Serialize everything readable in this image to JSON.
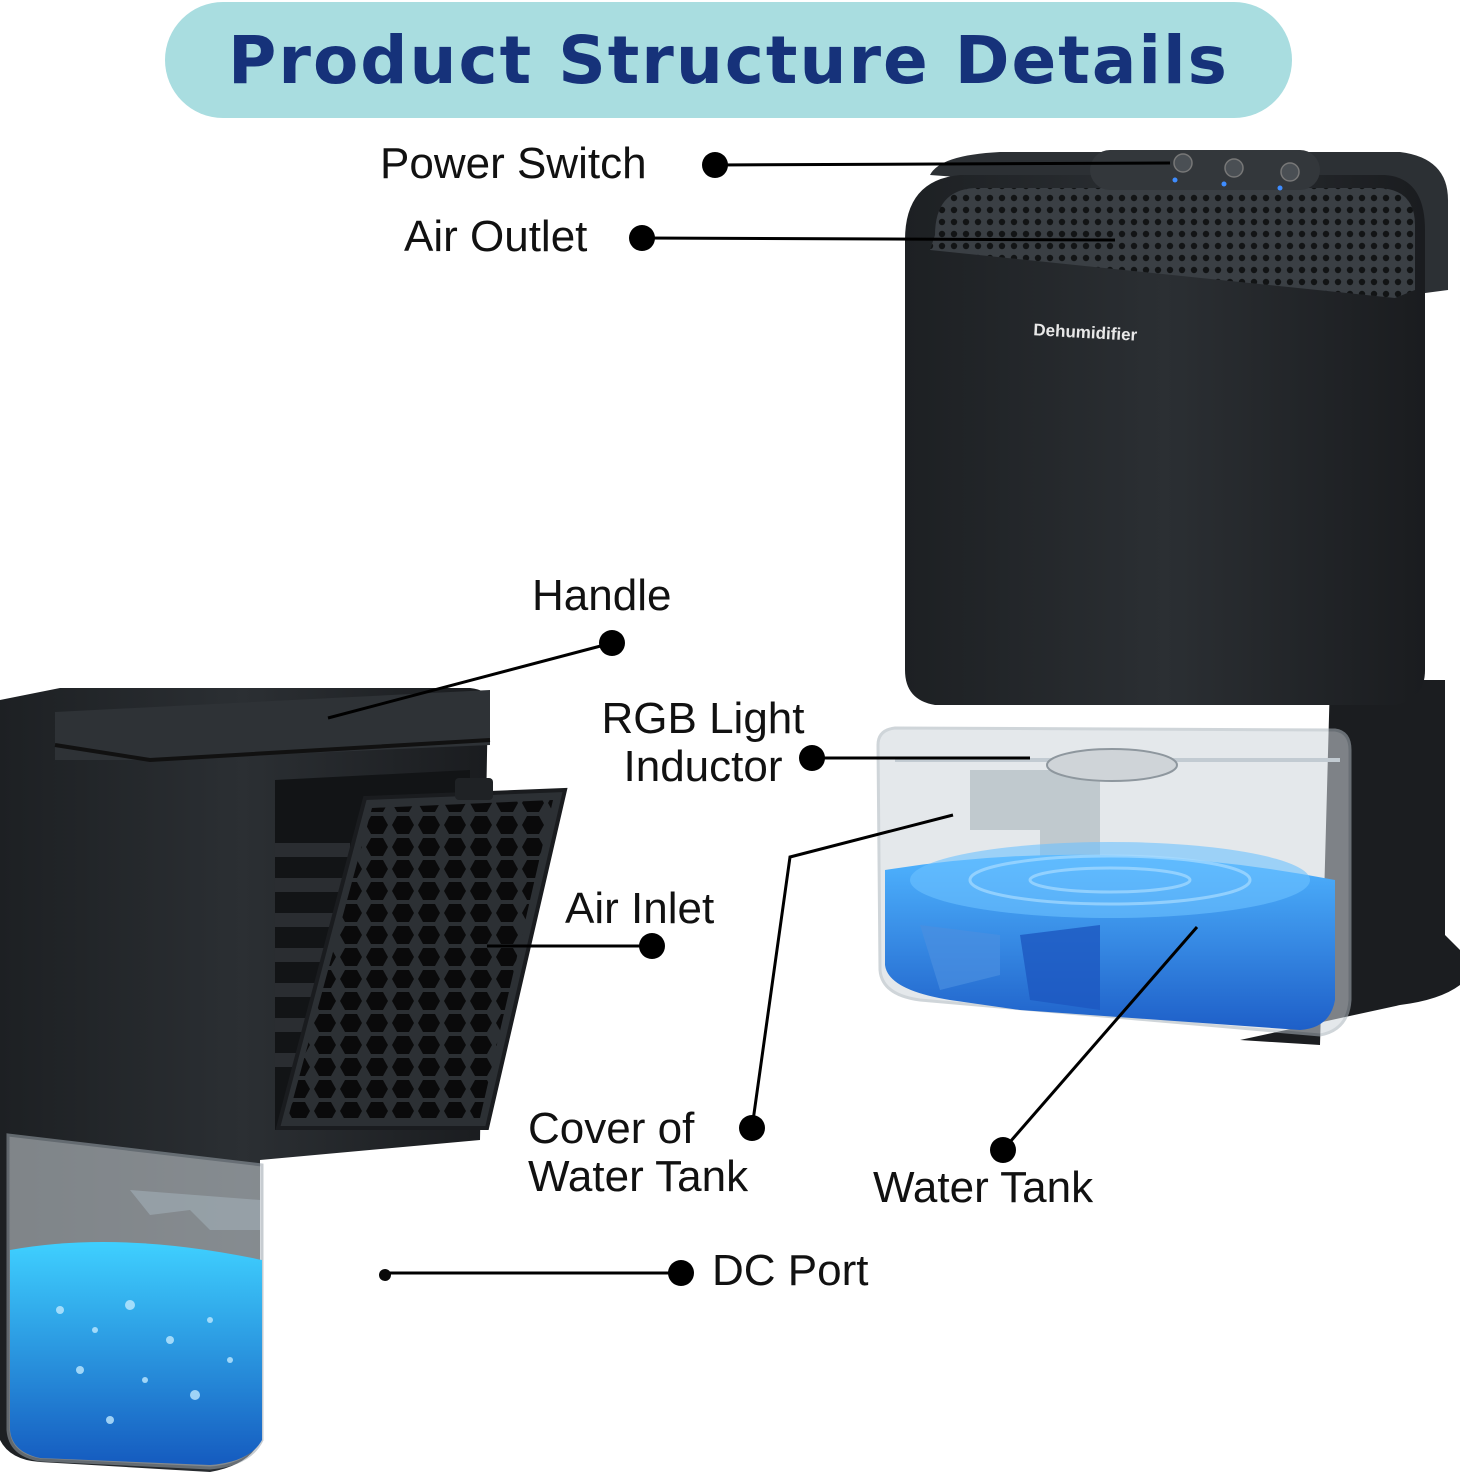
{
  "title": "Product Structure Details",
  "device_brand_text": "Dehumidifier",
  "labels": {
    "power_switch": "Power Switch",
    "air_outlet": "Air Outlet",
    "handle": "Handle",
    "rgb_light_inductor_line1": "RGB Light",
    "rgb_light_inductor_line2": "Inductor",
    "air_inlet": "Air Inlet",
    "cover_line1": "Cover of",
    "cover_line2": "Water Tank",
    "water_tank": "Water Tank",
    "dc_port": "DC Port"
  },
  "colors": {
    "title_pill": "#a9dde0",
    "title_text": "#16327a",
    "device_body": "#232629",
    "water": "#2f86e8"
  }
}
